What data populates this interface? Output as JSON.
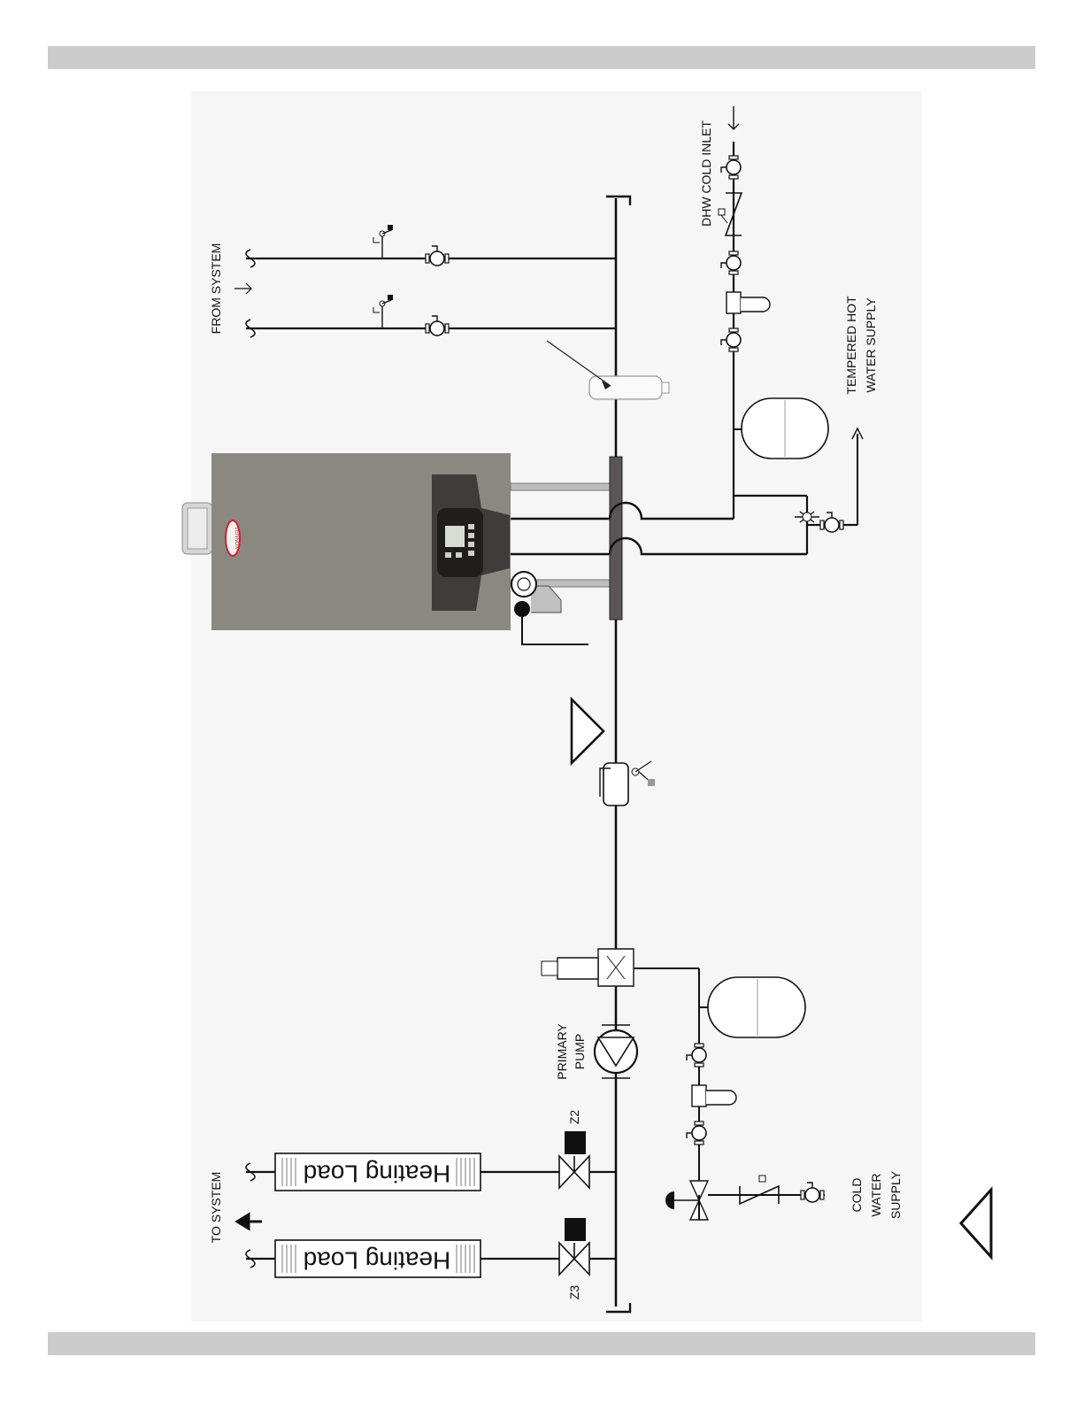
{
  "labels": {
    "from_system": "FROM SYSTEM",
    "to_system": "TO SYSTEM",
    "dhw_cold_inlet": "DHW COLD INLET",
    "tempered_hot_1": "TEMPERED HOT",
    "tempered_hot_2": "WATER SUPPLY",
    "primary_pump_1": "PRIMARY",
    "primary_pump_2": "PUMP",
    "cold_water_1": "COLD",
    "cold_water_2": "WATER",
    "cold_water_3": "SUPPLY",
    "zone_z2": "Z2",
    "zone_z3": "Z3",
    "heating_load_1": "Heating Load",
    "heating_load_2": "Heating Load",
    "boiler_brand": "LENNOX"
  },
  "colors": {
    "pipe": "#111111",
    "boiler_body": "#8b8882",
    "boiler_panel": "#3e3d3b",
    "header_pipe": "#5a5655",
    "band": "#cccccc",
    "brand_red": "#c8262c"
  },
  "icons": [
    "ball-valve-icon",
    "zone-valve-icon",
    "pump-icon",
    "expansion-tank-icon",
    "backflow-preventer-icon",
    "strainer-icon",
    "air-separator-icon",
    "mixing-valve-icon",
    "warning-triangle-icon"
  ]
}
